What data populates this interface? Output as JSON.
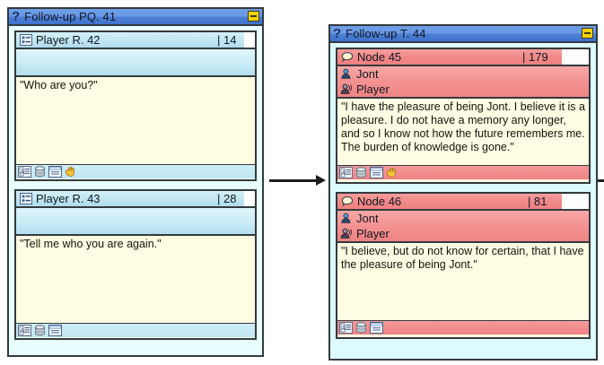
{
  "windows": [
    {
      "id": "left",
      "title": "Follow-up PQ. 41",
      "help_icon": "question-mark-icon",
      "minimize_label": "minimize",
      "nodes": [
        {
          "icon": "player-response-icon",
          "title": "Player R. 42",
          "count": "| 14",
          "speakers": [],
          "text": "\"Who are you?\"",
          "tray_icons": [
            "text-document-icon",
            "database-icon",
            "window-form-icon",
            "hand-icon"
          ]
        },
        {
          "icon": "player-response-icon",
          "title": "Player R. 43",
          "count": "| 28",
          "speakers": [],
          "text": "\"Tell me who you are again.\"",
          "tray_icons": [
            "text-document-icon",
            "database-icon",
            "window-form-icon"
          ]
        }
      ]
    },
    {
      "id": "right",
      "title": "Follow-up T. 44",
      "help_icon": "question-mark-icon",
      "minimize_label": "minimize",
      "nodes": [
        {
          "icon": "speech-bubble-icon",
          "title": "Node 45",
          "count": "| 179",
          "speakers": [
            {
              "icon": "speaker-person-icon",
              "name": "Jont"
            },
            {
              "icon": "listener-person-icon",
              "name": "Player"
            }
          ],
          "text": "\"I have the pleasure of being Jont. I believe it is a pleasure. I do not have a memory any longer, and so I know not how the future remembers me. The burden of knowledge is gone.\"",
          "tray_icons": [
            "text-document-icon",
            "database-icon",
            "window-form-icon",
            "hand-icon"
          ]
        },
        {
          "icon": "speech-bubble-icon",
          "title": "Node 46",
          "count": "| 81",
          "speakers": [
            {
              "icon": "speaker-person-icon",
              "name": "Jont"
            },
            {
              "icon": "listener-person-icon",
              "name": "Player"
            }
          ],
          "text": "\"I believe, but do not know for certain, that I have the pleasure of being Jont.\"",
          "tray_icons": [
            "text-document-icon",
            "database-icon",
            "window-form-icon"
          ]
        }
      ]
    }
  ],
  "connectors": [
    {
      "name": "link-left-to-right",
      "kind": "arrow-right"
    },
    {
      "name": "link-right-outgoing",
      "kind": "stub"
    }
  ],
  "colors": {
    "titlebar_blue": "#4d7fd4",
    "node_blue": "#b0dcee",
    "node_red": "#ef8282",
    "text_paper": "#fffde4",
    "window_bg": "#e8feff",
    "outline": "#333a3d",
    "minimize_yellow": "#f6d100"
  }
}
